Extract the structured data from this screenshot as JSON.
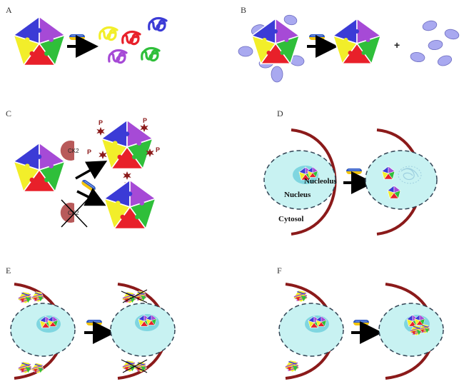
{
  "panels": [
    {
      "letter": "A"
    },
    {
      "letter": "B"
    },
    {
      "letter": "C"
    },
    {
      "letter": "D"
    },
    {
      "letter": "E"
    },
    {
      "letter": "F"
    }
  ],
  "labels": {
    "plus": "+",
    "phospho": "P",
    "kinase": "CK2",
    "nucleolus": "Nucleolus",
    "nucleus": "Nucleus",
    "cytosol": "Cytosol"
  },
  "colors": {
    "blue": "#3b3bd6",
    "purple": "#a64ad6",
    "green": "#2fbf3a",
    "red": "#e8202a",
    "yellow": "#f2ee2a",
    "membrane": "#8b1a1a",
    "nucleus_fill": "#c8f2f2",
    "nucleolus_fill": "#7fd6e0",
    "chaperone": "#a9a9f0",
    "star": "#8b1a1a",
    "ck2": "#b85a5a",
    "capsule_top": "#2a57c9",
    "capsule_bottom": "#f2c40f"
  },
  "icons": [
    "pentamer-icon",
    "drug-capsule-icon",
    "arrow-icon",
    "ck2-kinase-icon",
    "phospho-star-icon",
    "unfolded-chain-icon",
    "chaperone-icon"
  ]
}
